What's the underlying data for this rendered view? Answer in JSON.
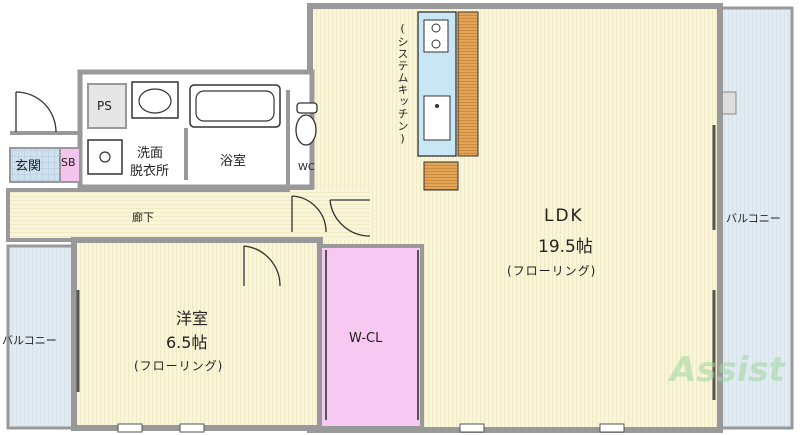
{
  "rooms": {
    "ldk": {
      "name": "LDK",
      "size": "19.5帖",
      "floor": "(フローリング)"
    },
    "western": {
      "name": "洋室",
      "size": "6.5帖",
      "floor": "(フローリング)"
    },
    "wcl": {
      "name": "W-CL"
    },
    "bath": {
      "name": "浴室"
    },
    "washroom": {
      "line1": "洗面",
      "line2": "脱衣所"
    },
    "wc": {
      "name": "WC"
    },
    "entrance": {
      "name": "玄関"
    },
    "sb": {
      "name": "SB"
    },
    "ps": {
      "name": "PS"
    },
    "hallway": {
      "name": "廊下"
    },
    "kitchen": {
      "name": "(システムキッチン)"
    },
    "balcony_right": {
      "name": "バルコニー"
    },
    "balcony_left": {
      "name": "バルコニー"
    }
  },
  "logo": {
    "text": "Assist"
  },
  "colors": {
    "floor": "#f7f3d2",
    "wall": "#999999",
    "wcl": "#f6c8f2",
    "balcony": "#dde8ef",
    "wet": "#ffffff",
    "entrance": "#cfe0ee",
    "sb": "#f4c4ee",
    "counter": "#d99a4a",
    "kitchen": "#c8e6f4"
  }
}
